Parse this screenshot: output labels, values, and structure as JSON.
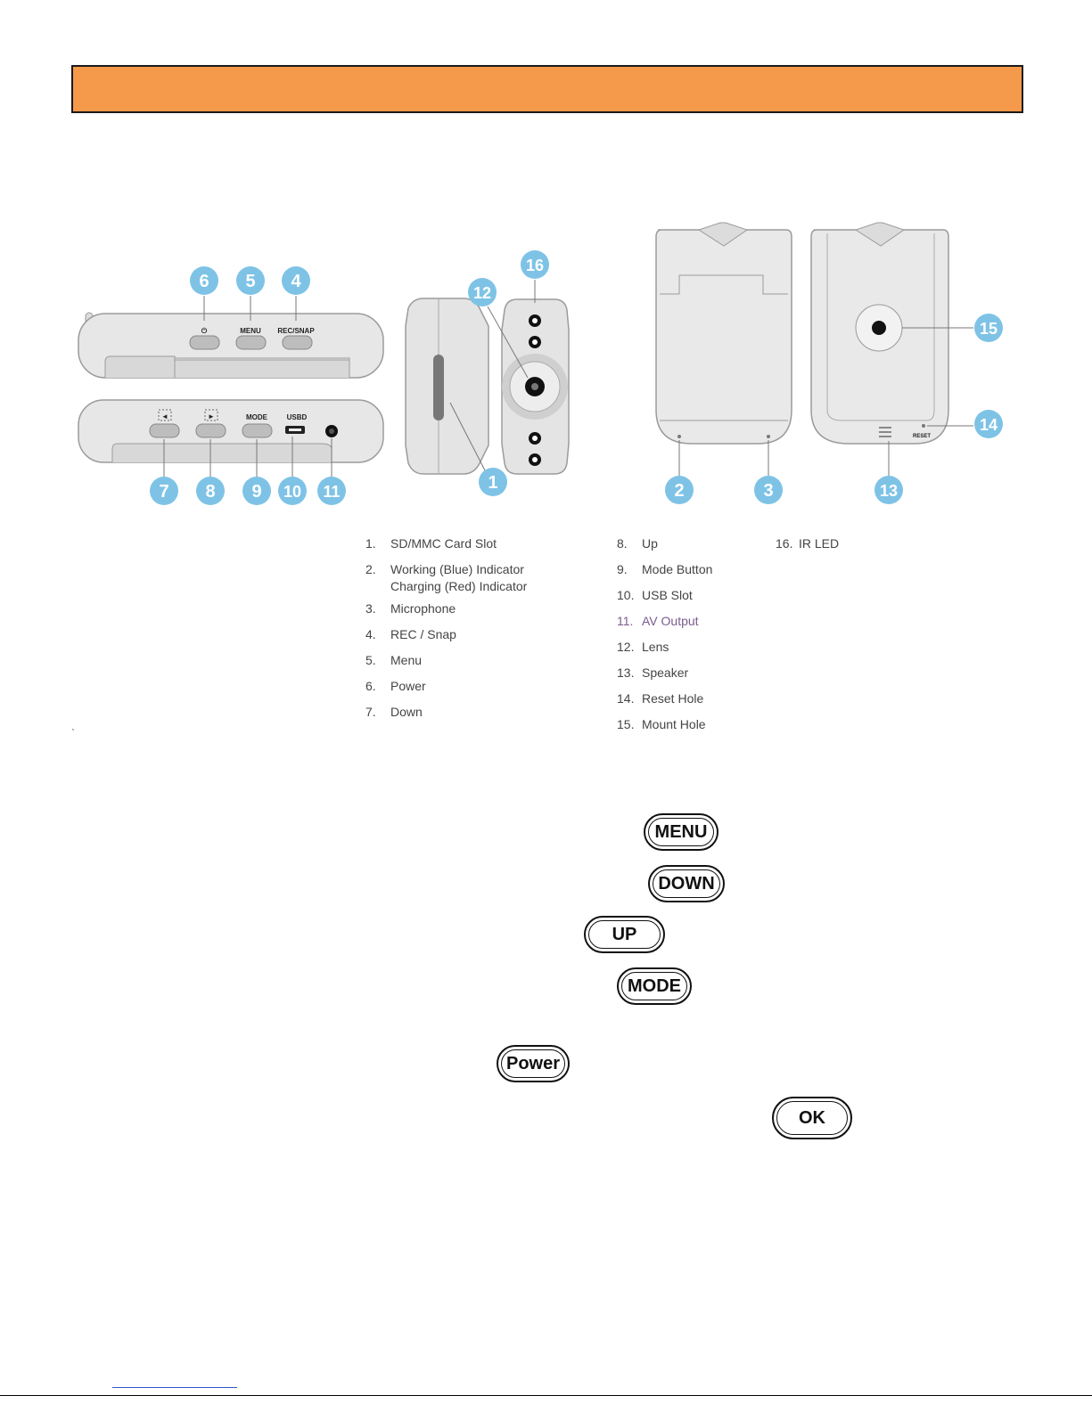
{
  "device_labels": {
    "power_symbol": "⏻",
    "menu": "MENU",
    "rec_snap": "REC/SNAP",
    "left_arrow": "◄",
    "right_arrow": "►",
    "mode": "MODE",
    "usbd": "USBD",
    "reset": "RESET"
  },
  "callouts": [
    "1",
    "2",
    "3",
    "4",
    "5",
    "6",
    "7",
    "8",
    "9",
    "10",
    "11",
    "12",
    "13",
    "14",
    "15",
    "16"
  ],
  "legend_col1": [
    {
      "num": "1.",
      "text": "SD/MMC Card Slot"
    },
    {
      "num": "2.",
      "text": "Working (Blue) Indicator",
      "sub": "Charging (Red) Indicator"
    },
    {
      "num": "3.",
      "text": "Microphone"
    },
    {
      "num": "4.",
      "text": "REC / Snap"
    },
    {
      "num": "5.",
      "text": "Menu"
    },
    {
      "num": "6.",
      "text": "Power"
    },
    {
      "num": "7.",
      "text": "Down"
    }
  ],
  "legend_col2": [
    {
      "num": "8.",
      "text": "Up"
    },
    {
      "num": "9.",
      "text": "Mode Button"
    },
    {
      "num": "10.",
      "text": "USB Slot"
    },
    {
      "num": "11.",
      "text": "AV Output"
    },
    {
      "num": "12.",
      "text": "Lens"
    },
    {
      "num": "13.",
      "text": "Speaker"
    },
    {
      "num": "14.",
      "text": "Reset Hole"
    },
    {
      "num": "15.",
      "text": "Mount Hole"
    }
  ],
  "legend_col3": [
    {
      "num": "16.",
      "text": "IR LED"
    }
  ],
  "stray_mark": "`",
  "key_buttons": {
    "menu": "MENU",
    "down": "DOWN",
    "up": "UP",
    "mode": "MODE",
    "power": "Power",
    "ok": "OK"
  }
}
